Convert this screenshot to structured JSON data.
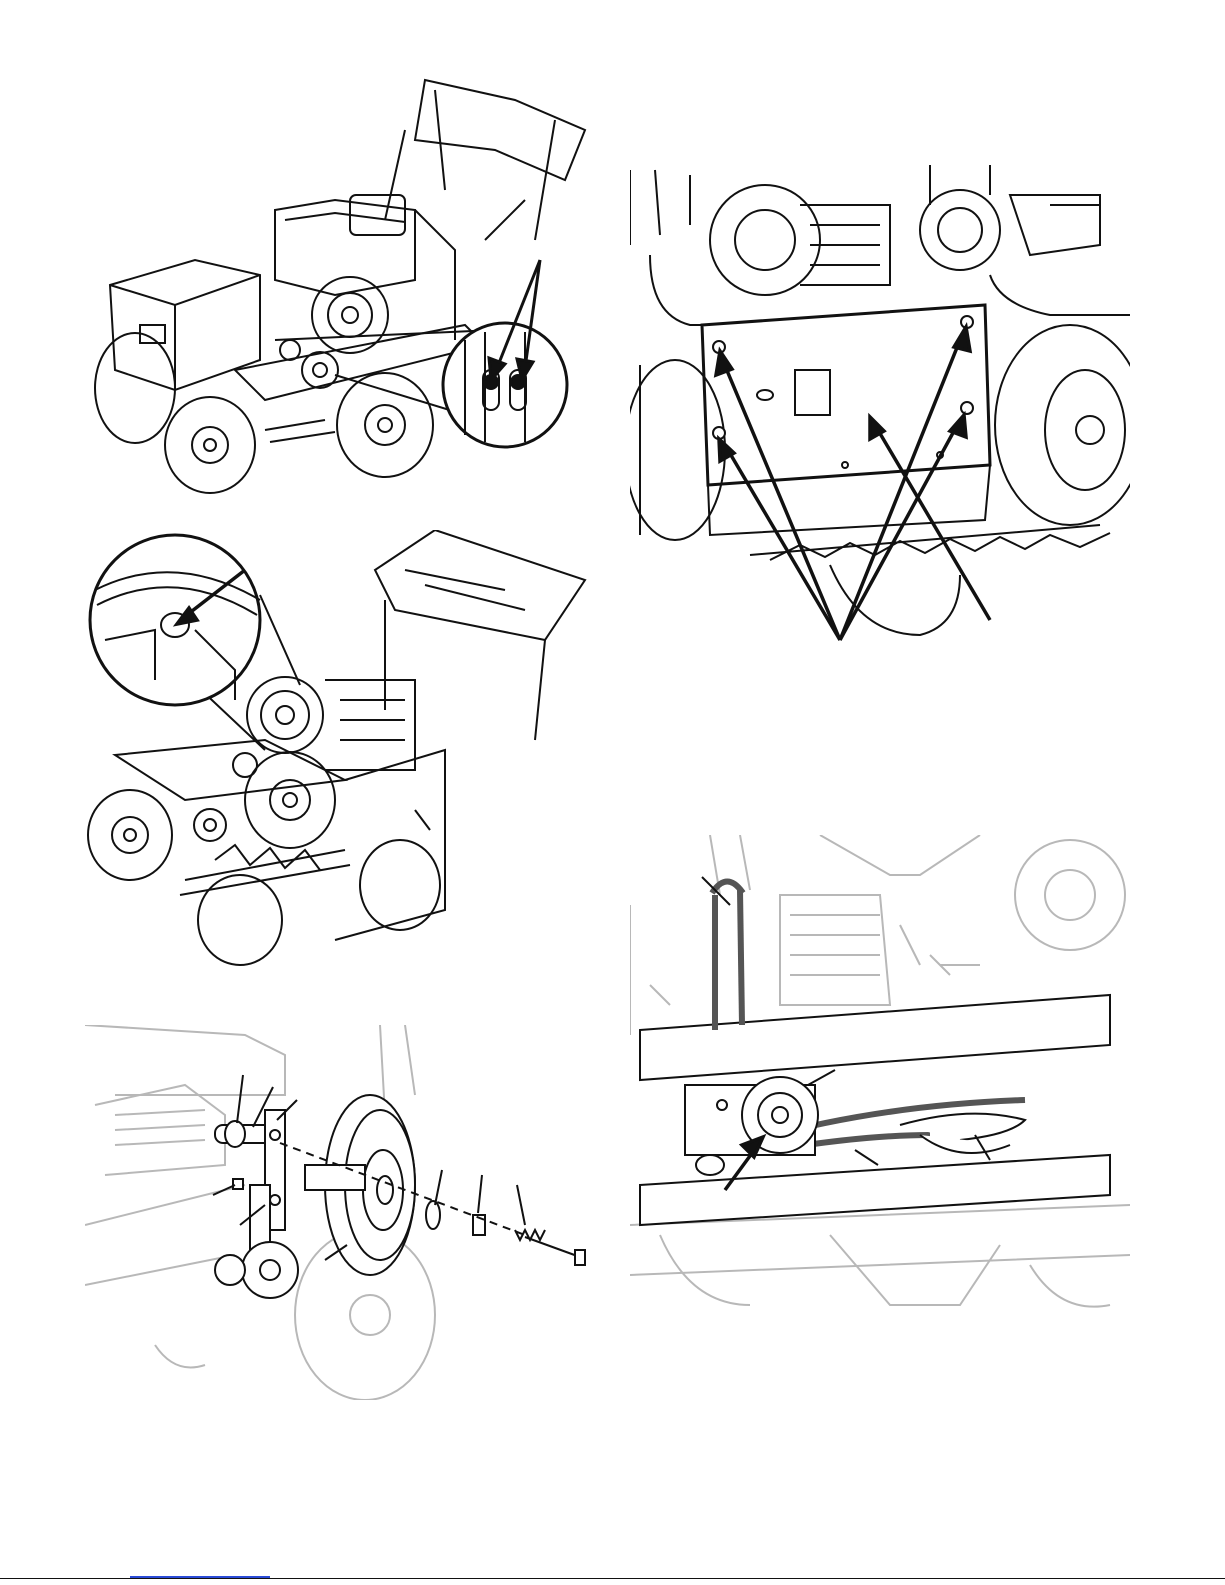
{
  "figures": [
    {
      "id": "fig-a",
      "icon": "aerator-belt-cover-bolts-icon"
    },
    {
      "id": "fig-b",
      "icon": "belt-guard-bolts-icon"
    },
    {
      "id": "fig-c",
      "icon": "pulley-access-hole-icon"
    },
    {
      "id": "fig-d",
      "icon": "drive-belt-routing-icon"
    },
    {
      "id": "fig-e",
      "icon": "clutch-pulley-exploded-icon"
    }
  ],
  "colors": {
    "line": "#111111",
    "faded": "#b8b8b8",
    "rule": "#111111",
    "link": "#2a4bd7"
  }
}
